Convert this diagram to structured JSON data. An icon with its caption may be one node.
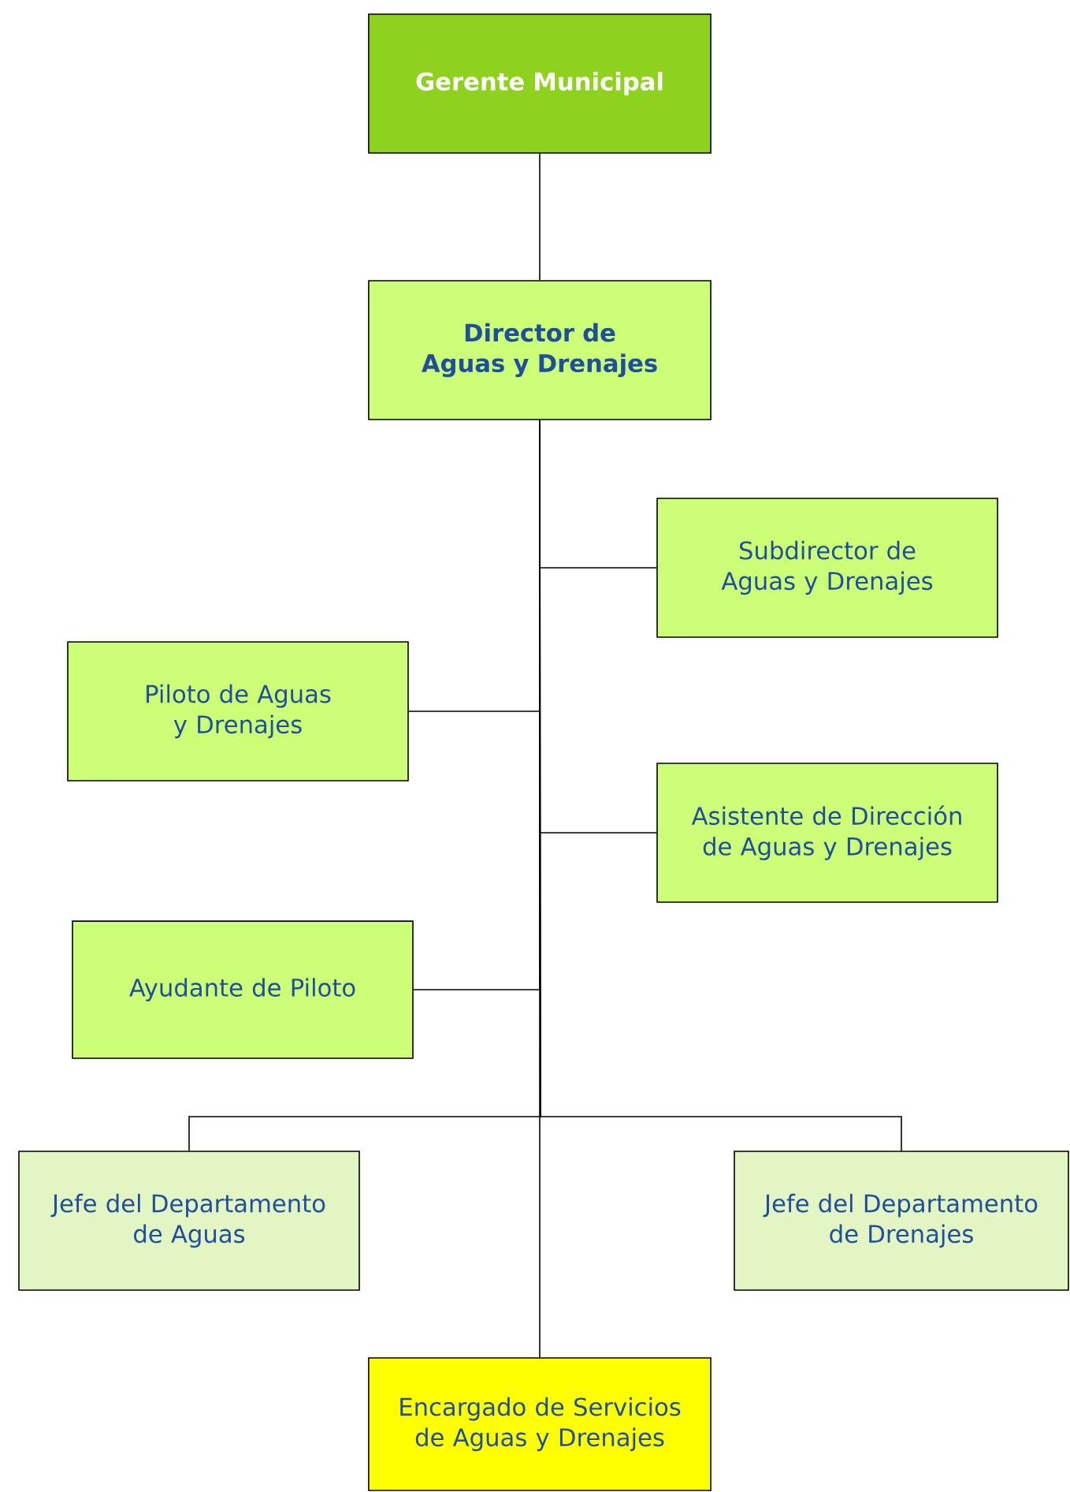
{
  "diagram": {
    "nodes": [
      {
        "text": [
          "Gerente Municipal"
        ]
      },
      {
        "text": [
          "Director de Aguas y Drenajes"
        ]
      },
      {
        "text": [
          "Subdirector de Aguas y Drenajes"
        ]
      },
      {
        "text": [
          "Piloto de Aguas y Drenajes"
        ]
      },
      {
        "text": [
          "Asistente de Dirección de Aguas y Drenajes"
        ]
      },
      {
        "text": [
          "Ayudante de Piloto"
        ]
      },
      {
        "text": [
          "Jefe del Departamento de Aguas"
        ]
      },
      {
        "text": [
          "Jefe del Departamento de Drenajes"
        ]
      },
      {
        "text": [
          "Encargado de Servicios de Aguas y Drenajes"
        ]
      }
    ],
    "edges": [
      {
        "from": 0,
        "to": 1,
        "arrow": "none"
      },
      {
        "from": 1,
        "to": 2,
        "arrow": "none"
      },
      {
        "from": 1,
        "to": 3,
        "arrow": "none"
      },
      {
        "from": 1,
        "to": 4,
        "arrow": "none"
      },
      {
        "from": 1,
        "to": 5,
        "arrow": "none"
      },
      {
        "from": 1,
        "to": 6,
        "arrow": "none"
      },
      {
        "from": 1,
        "to": 7,
        "arrow": "none"
      },
      {
        "from": 1,
        "to": 8,
        "arrow": "none"
      }
    ]
  }
}
